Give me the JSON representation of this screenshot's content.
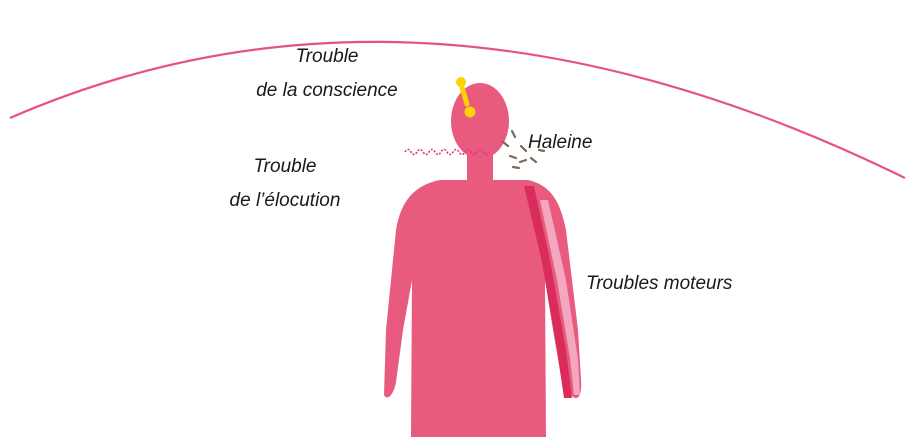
{
  "labels": {
    "conscience": [
      "Trouble",
      "de la conscience"
    ],
    "elocution": [
      "Trouble",
      "de l’élocution"
    ],
    "haleine": "Haleine",
    "moteurs": "Troubles moteurs"
  },
  "colors": {
    "arc": "#e7547a",
    "body": "#e85b7e",
    "arm_dark": "#d92c5b",
    "arm_light": "#f4a8bf",
    "dot": "#ffd200",
    "breath": "#7b6b55",
    "speech_wave": "#e03874"
  }
}
